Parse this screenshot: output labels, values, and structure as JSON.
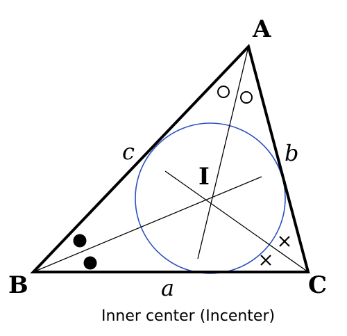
{
  "diagram": {
    "vertices": {
      "a": "A",
      "b": "B",
      "c": "C"
    },
    "sides": {
      "a": "a",
      "b": "b",
      "c": "c"
    },
    "incenter_label": "I",
    "caption": "Inner center (Incenter)",
    "colors": {
      "triangle": "#000000",
      "incircle": "#2a4fc2",
      "bisectors": "#000000"
    }
  }
}
